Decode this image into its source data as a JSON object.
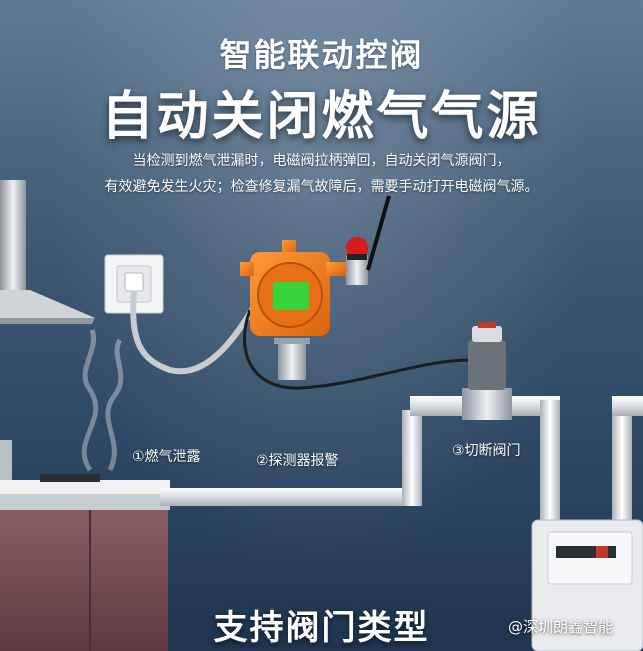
{
  "headline": {
    "subtitle": "智能联动控阀",
    "title": "自动关闭燃气气源"
  },
  "description": {
    "line1": "当检测到燃气泄漏时，电磁阀拉柄弹回，自动关闭气源阀门，",
    "line2": "有效避免发生火灾；检查修复漏气故障后，需要手动打开电磁阀气源。"
  },
  "steps": {
    "step1": "①燃气泄露",
    "step2": "②探测器报警",
    "step3": "③切断阀门"
  },
  "footer": {
    "label": "支持阀门类型"
  },
  "watermark": {
    "text": "@深圳朗鑫智能"
  },
  "colors": {
    "background": "#3f5a75",
    "detector": "#f07a1a",
    "detector_screen": "#38d23a",
    "alarm_light": "#d81b1b",
    "pipe": "#e6e8ea"
  }
}
